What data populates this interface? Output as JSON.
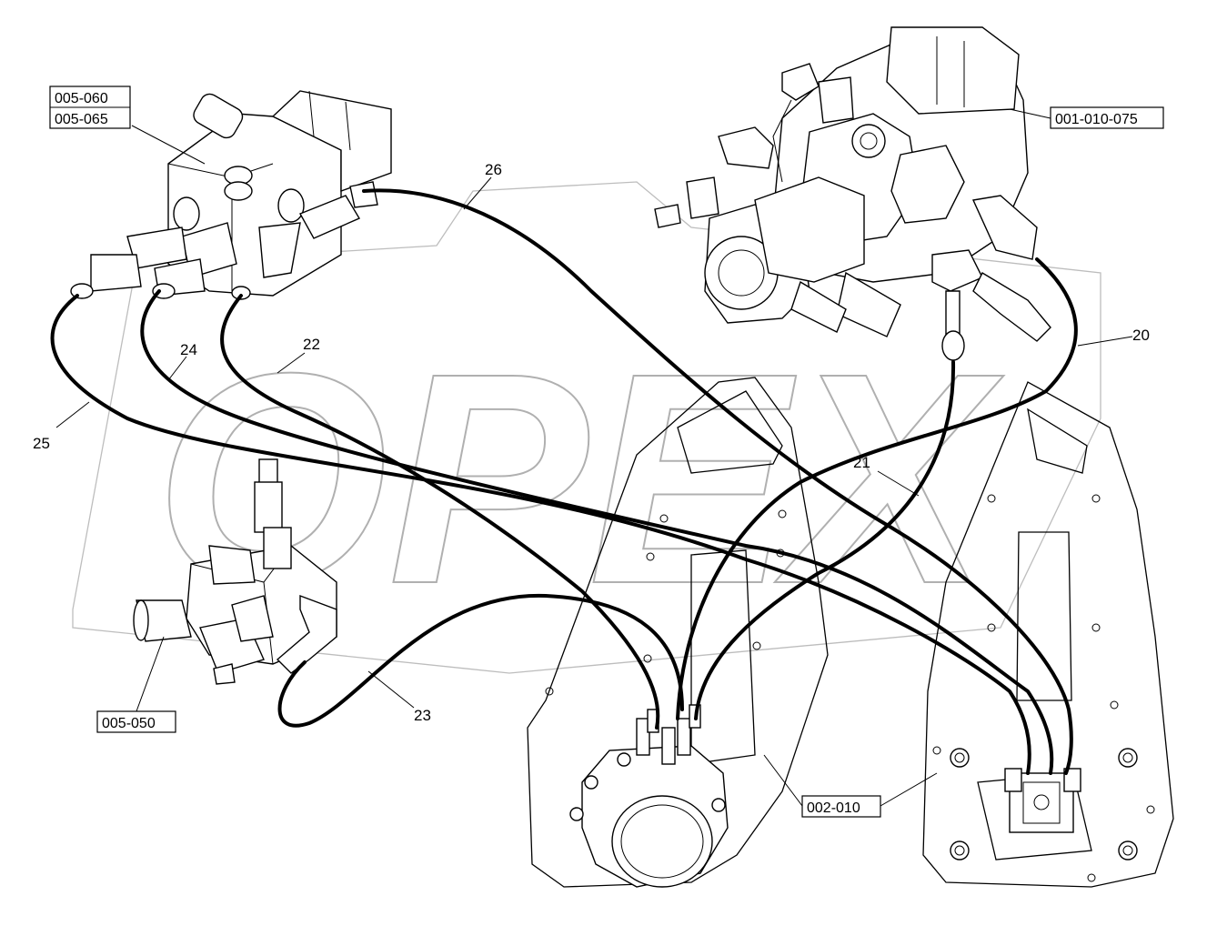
{
  "watermark": {
    "text": "OPEX"
  },
  "corner_mark": {
    "text": ""
  },
  "callouts": [
    {
      "id": "20",
      "label": "20"
    },
    {
      "id": "21",
      "label": "21"
    },
    {
      "id": "22",
      "label": "22"
    },
    {
      "id": "23",
      "label": "23"
    },
    {
      "id": "24",
      "label": "24"
    },
    {
      "id": "25",
      "label": "25"
    },
    {
      "id": "26",
      "label": "26"
    }
  ],
  "part_refs": [
    {
      "id": "005-060",
      "label": "005-060"
    },
    {
      "id": "005-065",
      "label": "005-065"
    },
    {
      "id": "001-010-075",
      "label": "001-010-075"
    },
    {
      "id": "005-050",
      "label": "005-050"
    },
    {
      "id": "002-010",
      "label": "002-010"
    }
  ]
}
